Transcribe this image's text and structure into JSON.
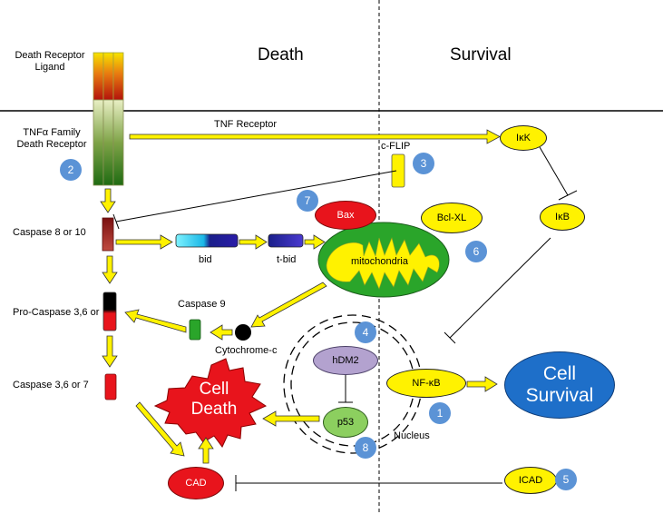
{
  "headers": {
    "death": "Death",
    "survival": "Survival"
  },
  "labels": {
    "death_receptor_ligand": "Death Receptor\nLigand",
    "tnf_family_receptor": "TNFα Family\nDeath Receptor",
    "tnf_receptor": "TNF Receptor",
    "cflip": "c-FLIP",
    "caspase_8_10": "Caspase 8 or 10",
    "bid": "bid",
    "tbid": "t-bid",
    "pro_caspase": "Pro-Caspase 3,6 or 7",
    "caspase_9": "Caspase 9",
    "cytochrome_c": "Cytochrome-c",
    "caspase_3_6_7": "Caspase 3,6 or 7",
    "nucleus": "Nucleus"
  },
  "nodes": {
    "ikk": "IκK",
    "ikb": "IκB",
    "bax": "Bax",
    "bclxl": "Bcl-XL",
    "mitochondria": "mitochondria",
    "hdm2": "hDM2",
    "p53": "p53",
    "nfkb": "NF-κB",
    "cell_survival": "Cell\nSurvival",
    "cell_death": "Cell\nDeath",
    "cad": "CAD",
    "icad": "ICAD"
  },
  "badges": [
    "1",
    "2",
    "3",
    "4",
    "5",
    "6",
    "7",
    "8"
  ],
  "colors": {
    "yellow": "#fff200",
    "red": "#e8141c",
    "green": "#2aa52a",
    "blue_badge": "#5b93d6",
    "survival_blue": "#1e6fc9",
    "lavender": "#b3a2cf",
    "lightgreen": "#8ccf5f"
  }
}
